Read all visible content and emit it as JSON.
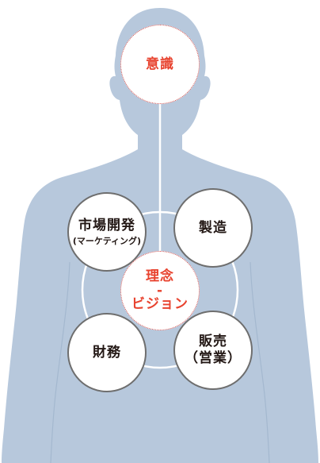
{
  "colors": {
    "body": "#b7c8dc",
    "accent": "#e8432f",
    "text": "#231815",
    "node_border": "#6e6e6e",
    "dotted_border": "#d9534f",
    "link": "#ffffff"
  },
  "nodes": {
    "consciousness": {
      "label": "意識"
    },
    "marketing": {
      "label": "市場開発",
      "sublabel": "(マーケティング)"
    },
    "manufacturing": {
      "label": "製造"
    },
    "philosophy": {
      "line1": "理念",
      "line2": "-",
      "line3": "ビジョン"
    },
    "finance": {
      "label": "財務"
    },
    "sales": {
      "label": "販売",
      "sublabel": "（営業）"
    }
  }
}
